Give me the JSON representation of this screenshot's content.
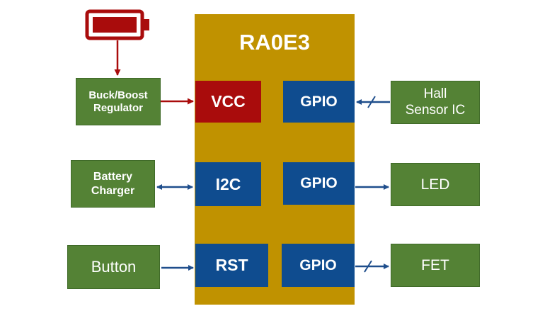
{
  "mcu": {
    "title": "RA0E3"
  },
  "pins": {
    "vcc": "VCC",
    "gpio1": "GPIO",
    "i2c": "I2C",
    "gpio2": "GPIO",
    "rst": "RST",
    "gpio3": "GPIO"
  },
  "peripherals": {
    "regulator": "Buck/Boost\nRegulator",
    "charger": "Battery\nCharger",
    "button": "Button",
    "hall": "Hall\nSensor IC",
    "led": "LED",
    "fet": "FET"
  },
  "icons": {
    "battery": "battery-icon"
  },
  "colors": {
    "mcu": "#c09200",
    "pin_blue": "#0f4c8f",
    "pin_red": "#a90c0c",
    "peripheral_green": "#548235",
    "wire_blue": "#1f4e8c",
    "wire_red": "#a90c0c"
  }
}
